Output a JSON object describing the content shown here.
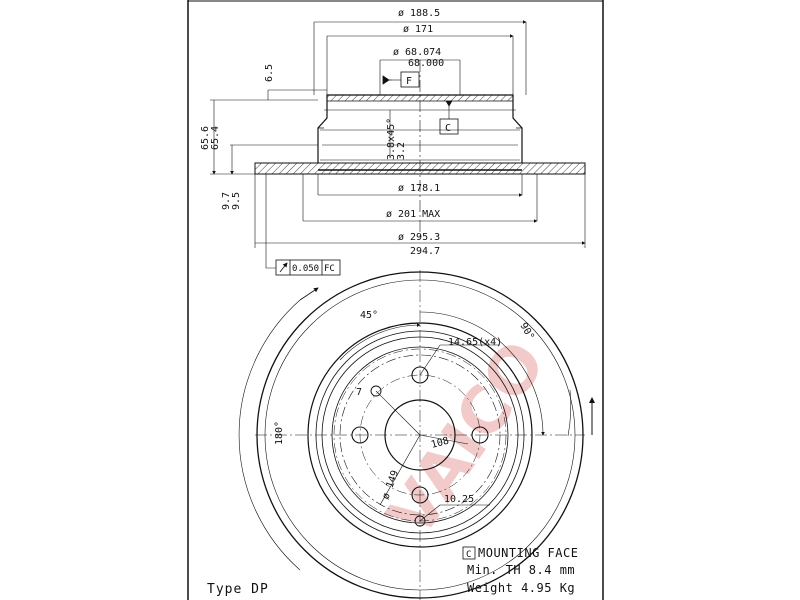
{
  "colors": {
    "line": "#111111",
    "watermark": "#e8a0a0",
    "background": "#ffffff"
  },
  "watermark": "VAICO",
  "section": {
    "d_outer_top": "ø 188.5",
    "d_inner_top": "ø 171",
    "d_hub_max": "ø 68.074",
    "d_hub_min": "68.000",
    "height_a": "65.6",
    "height_b": "65.4",
    "flange": "6.5",
    "chamfer_a": "3.8x45°",
    "chamfer_b": "3.2",
    "thick_a": "9.7",
    "thick_b": "9.5",
    "d_hat": "ø 178.1",
    "d_201": "ø 201 MAX",
    "d_outer_max": "ø 295.3",
    "d_outer_min": "294.7",
    "datum_f": "F",
    "datum_c": "C"
  },
  "tolerance": {
    "value": "0.050",
    "ref": "FC"
  },
  "face": {
    "angle_45": "45°",
    "angle_90": "90°",
    "angle_180": "180°",
    "holes": "14.65(x4)",
    "seven": "7",
    "pcd": "108",
    "d_149": "ø 149",
    "hole_small": "10.25"
  },
  "info": {
    "mounting": "MOUNTING FACE",
    "mounting_ref": "C",
    "min_th": "Min. TH 8.4  mm",
    "weight": "Weight 4.95 Kg"
  },
  "type_label": "Type DP"
}
